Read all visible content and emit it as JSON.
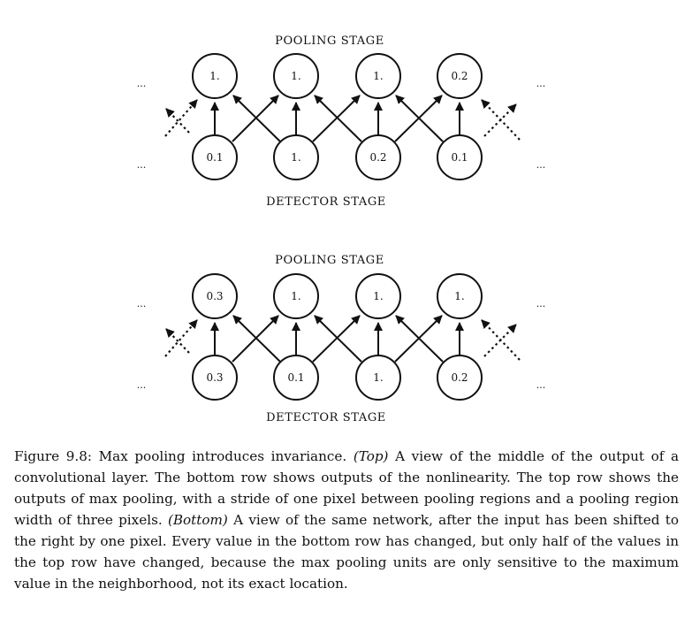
{
  "panels": [
    {
      "pooling_label": "POOLING STAGE",
      "detector_label": "DETECTOR STAGE",
      "ellipsis": "...",
      "pooling_values": [
        "1.",
        "1.",
        "1.",
        "0.2"
      ],
      "detector_values": [
        "0.1",
        "1.",
        "0.2",
        "0.1"
      ]
    },
    {
      "pooling_label": "POOLING STAGE",
      "detector_label": "DETECTOR STAGE",
      "ellipsis": "...",
      "pooling_values": [
        "0.3",
        "1.",
        "1.",
        "1."
      ],
      "detector_values": [
        "0.3",
        "0.1",
        "1.",
        "0.2"
      ]
    }
  ],
  "caption": {
    "figure": "Figure 9.8: Max pooling introduces invariance.",
    "top_tag": "(Top)",
    "top_text": "A view of the middle of the output of a convolutional layer. The bottom row shows outputs of the nonlinearity. The top row shows the outputs of max pooling, with a stride of one pixel between pooling regions and a pooling region width of three pixels.",
    "bottom_tag": "(Bottom)",
    "bottom_text": "A view of the same network, after the input has been shifted to the right by one pixel. Every value in the bottom row has changed, but only half of the values in the top row have changed, because the max pooling units are only sensitive to the maximum value in the neighborhood, not its exact location."
  }
}
